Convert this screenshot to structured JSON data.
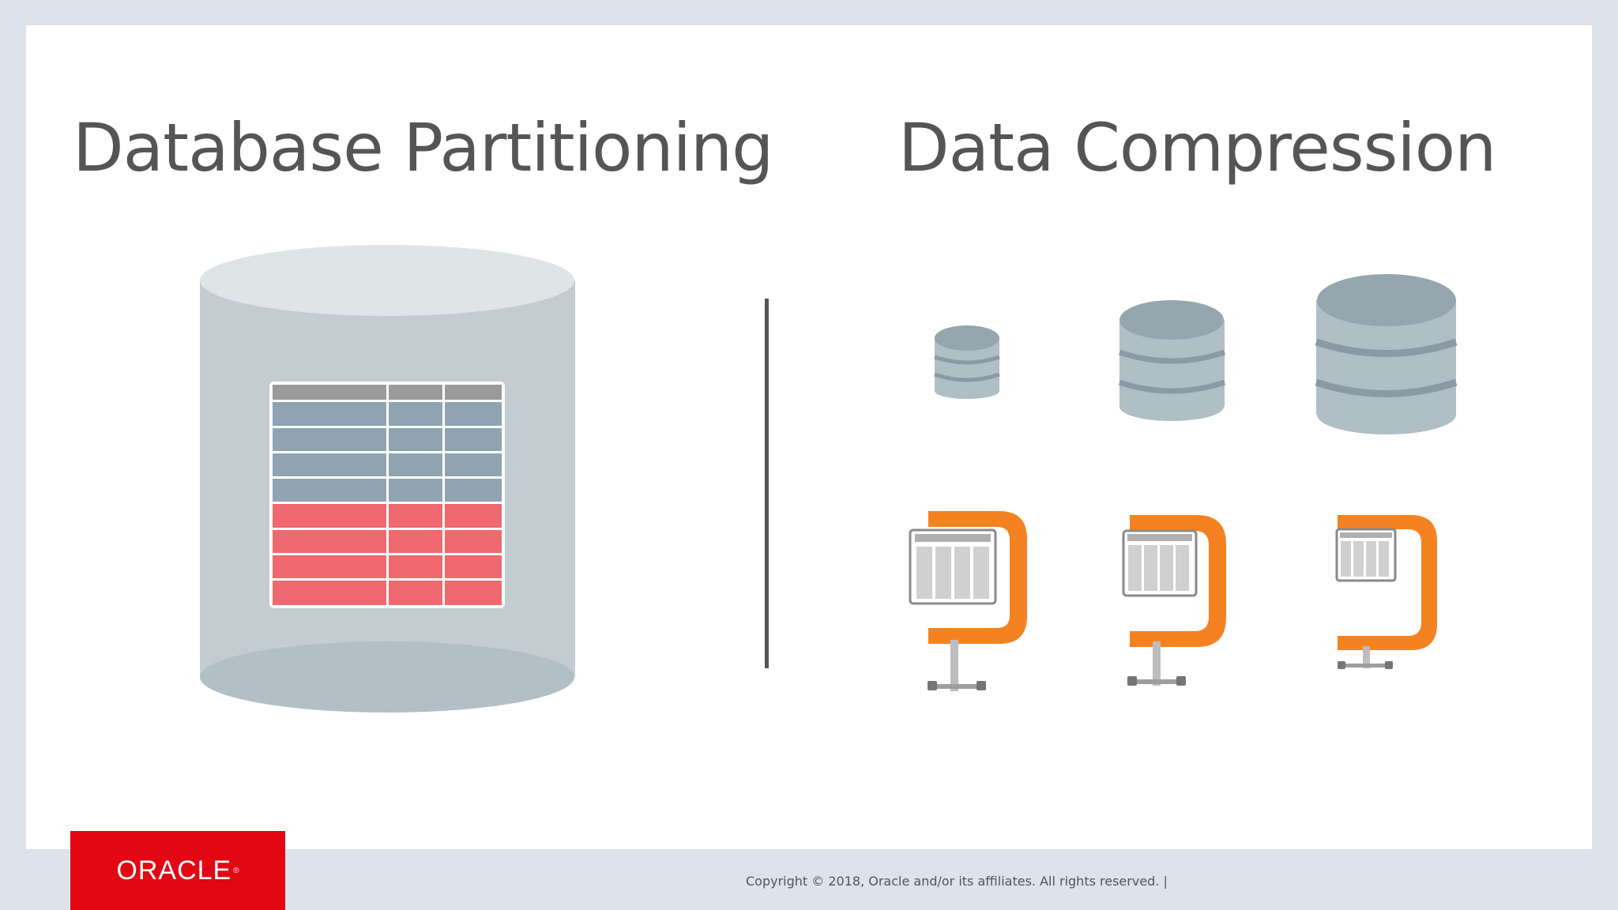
{
  "slide": {
    "left_title": "Database Partitioning",
    "right_title": "Data Compression"
  },
  "footer": {
    "logo_text": "ORACLE",
    "logo_mark": "®",
    "copyright": "Copyright © 2018, Oracle and/or its affiliates. All rights reserved.  |"
  },
  "icons": {
    "left": "database-table-partition-icon",
    "right_top": [
      "small-database-icon",
      "medium-database-icon",
      "large-database-icon"
    ],
    "right_bottom": [
      "clamp-table-icon",
      "clamp-table-icon",
      "clamp-table-icon"
    ]
  },
  "colors": {
    "title": "#555555",
    "cylinder": "#c3ccd1",
    "table_header": "#9a9a9a",
    "table_blue_rows": "#8fa4b0",
    "table_red_rows": "#f0696e",
    "clamp_orange": "#f58220",
    "oracle_red": "#e30613"
  }
}
